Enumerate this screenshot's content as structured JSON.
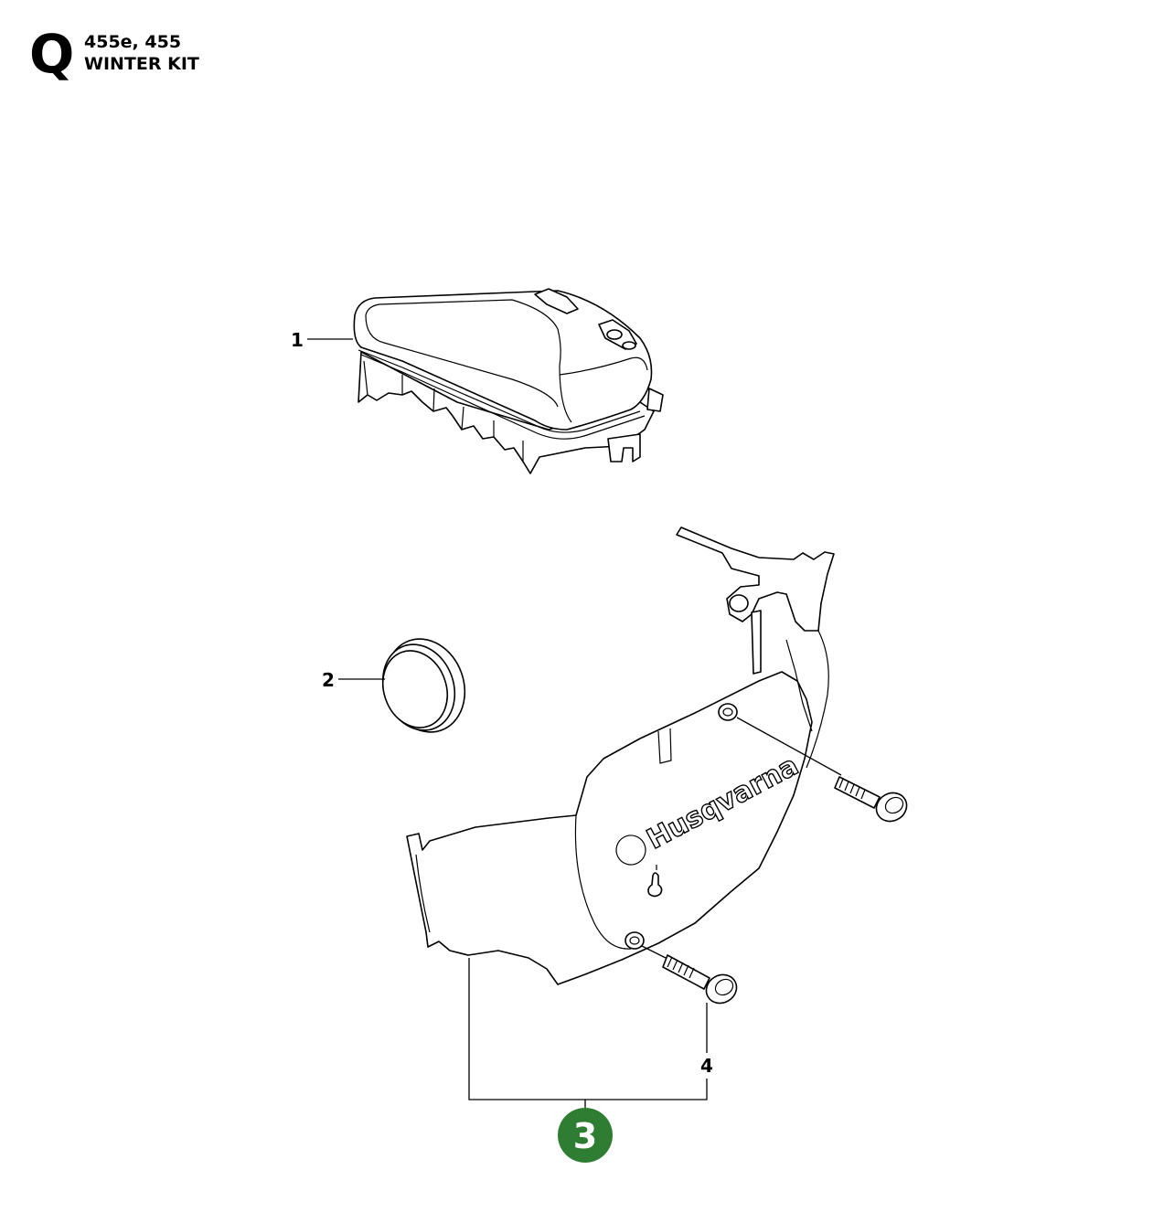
{
  "header": {
    "section_letter": "Q",
    "models": "455e, 455",
    "title": "WINTER KIT"
  },
  "callouts": [
    {
      "id": "1",
      "label": "1"
    },
    {
      "id": "2",
      "label": "2"
    },
    {
      "id": "3",
      "label": "3",
      "highlighted": true
    },
    {
      "id": "4",
      "label": "4"
    }
  ],
  "brand_text": "Husqvarna",
  "colors": {
    "line": "#000000",
    "badge": "#2e7d32",
    "badge_text": "#ffffff",
    "background": "#ffffff"
  }
}
